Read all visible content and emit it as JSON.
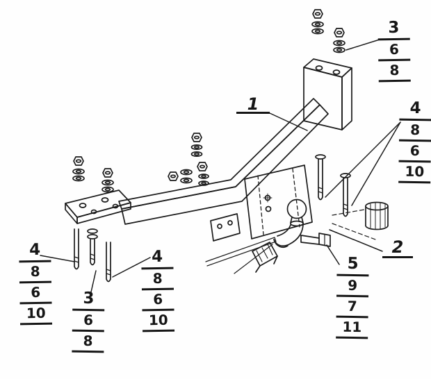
{
  "colors": {
    "ink": "#1a1a1a",
    "paper": "#ffffff"
  },
  "callouts": {
    "item1": "1",
    "item2": "2"
  },
  "stacks": [
    {
      "position": "top-right",
      "header": "3",
      "items": [
        "6",
        "8"
      ]
    },
    {
      "position": "mid-right",
      "header": "4",
      "items": [
        "8",
        "6",
        "10"
      ]
    },
    {
      "position": "left",
      "header": "4",
      "items": [
        "8",
        "6",
        "10"
      ]
    },
    {
      "position": "bottom-left",
      "header": "3",
      "items": [
        "6",
        "8"
      ]
    },
    {
      "position": "bottom-center",
      "header": "4",
      "items": [
        "8",
        "6",
        "10"
      ]
    },
    {
      "position": "bottom-right",
      "header": "5",
      "items": [
        "9",
        "7",
        "11"
      ]
    }
  ]
}
